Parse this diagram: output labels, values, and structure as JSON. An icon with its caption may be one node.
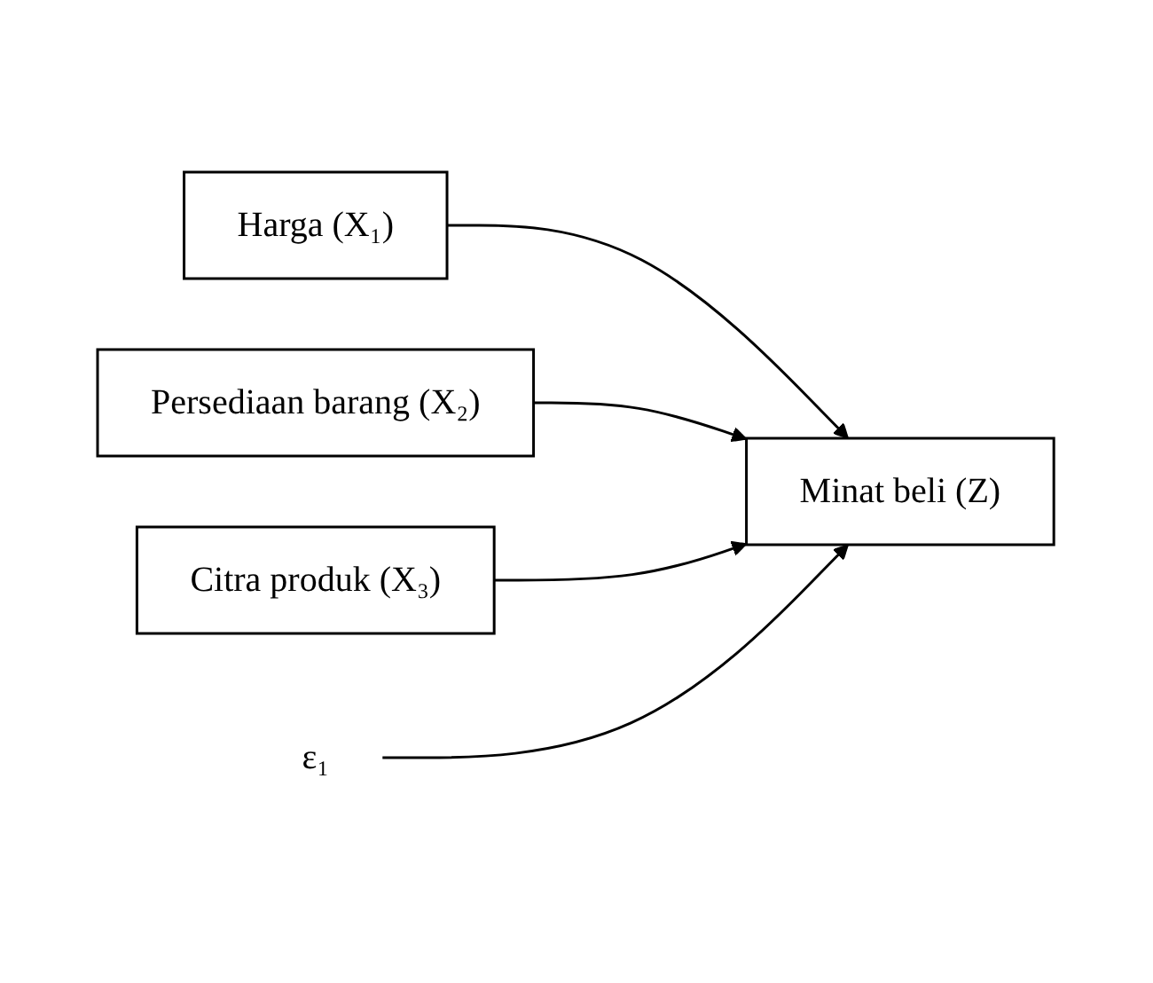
{
  "diagram": {
    "nodes": [
      {
        "text": [
          "Harga (X₁)"
        ]
      },
      {
        "text": [
          "Persediaan barang (X₂)"
        ]
      },
      {
        "text": [
          "Citra produk (X₃)"
        ]
      },
      {
        "text": [
          "ε₁"
        ]
      },
      {
        "text": [
          "Minat beli (Z)"
        ]
      }
    ],
    "edges": [
      {
        "from": 0,
        "to": 4,
        "arrow": "to"
      },
      {
        "from": 1,
        "to": 4,
        "arrow": "to"
      },
      {
        "from": 2,
        "to": 4,
        "arrow": "to"
      },
      {
        "from": 3,
        "to": 4,
        "arrow": "to"
      }
    ]
  }
}
